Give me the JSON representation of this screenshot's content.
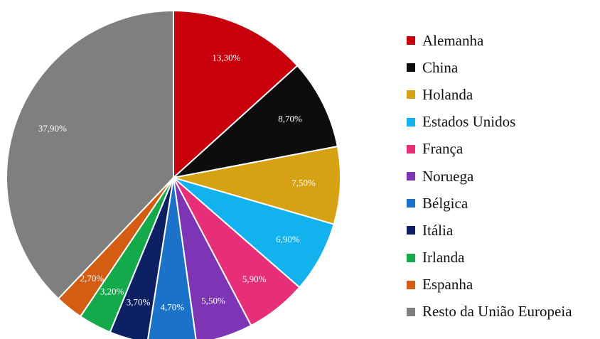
{
  "chart_data": {
    "type": "pie",
    "categories": [
      "Alemanha",
      "China",
      "Holanda",
      "Estados Unidos",
      "França",
      "Noruega",
      "Bélgica",
      "Itália",
      "Irlanda",
      "Espanha",
      "Resto da União Europeia"
    ],
    "values": [
      13.3,
      8.7,
      7.5,
      6.9,
      5.9,
      5.5,
      4.7,
      3.7,
      3.2,
      2.7,
      37.9
    ],
    "labels": [
      "13,30%",
      "8,70%",
      "7,50%",
      "6,90%",
      "5,90%",
      "5,50%",
      "4,70%",
      "3,70%",
      "3,20%",
      "2,70%",
      "37,90%"
    ],
    "colors": [
      "#c8000b",
      "#0d0d0d",
      "#d6a112",
      "#12b2ef",
      "#e62e79",
      "#7d35b6",
      "#1a73c8",
      "#0e2064",
      "#14a94a",
      "#d25d13",
      "#7f7f7f"
    ],
    "label_colors": [
      "#ffffff",
      "#ffffff",
      "#ffffff",
      "#ffffff",
      "#ffffff",
      "#ffffff",
      "#ffffff",
      "#ffffff",
      "#ffffff",
      "#ffffff",
      "#ffffff"
    ],
    "legend_placement": "right",
    "start_angle": "top, clockwise"
  }
}
